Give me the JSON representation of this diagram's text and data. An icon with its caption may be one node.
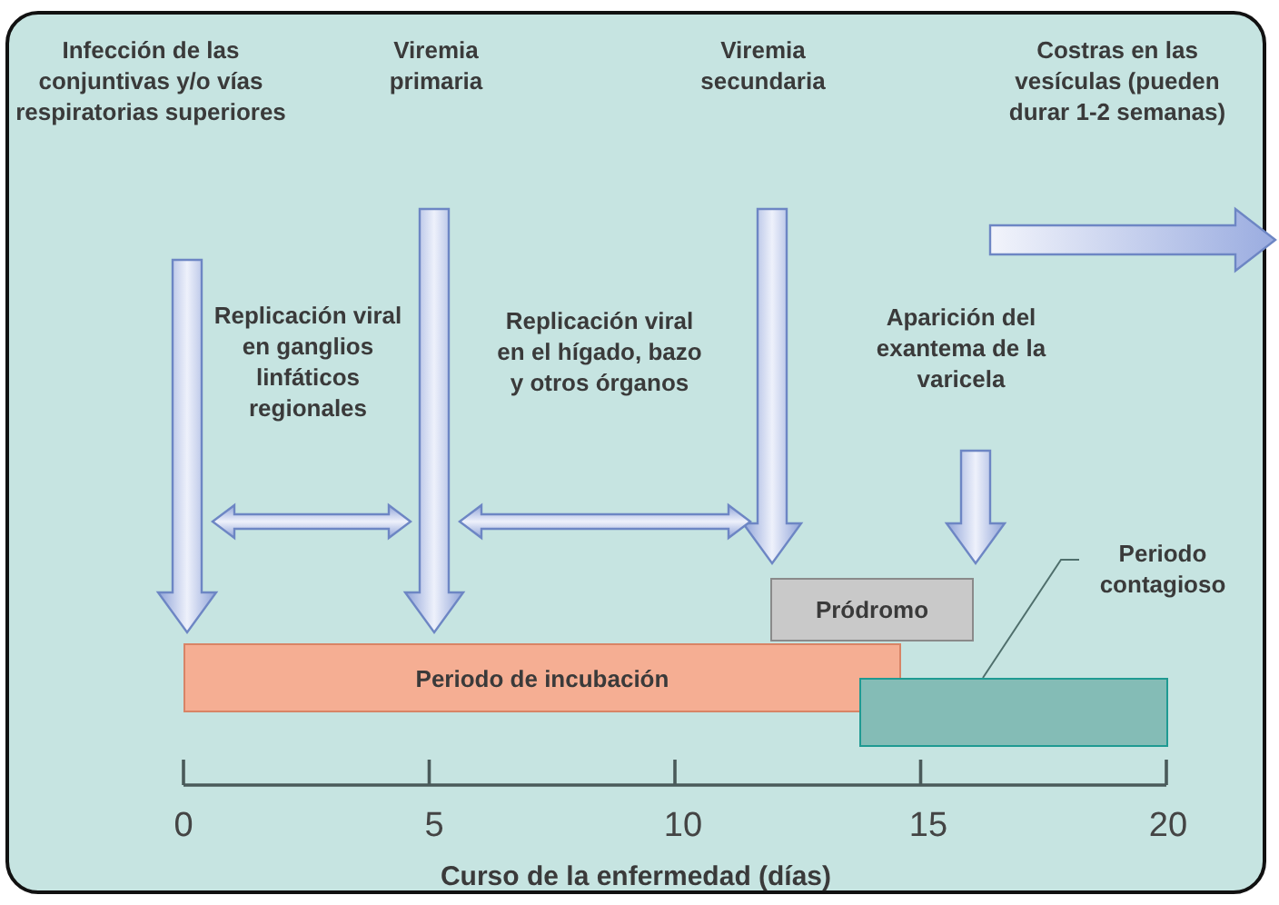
{
  "diagram": {
    "nodes": [
      {
        "text": [
          "Periodo contagioso"
        ]
      },
      {
        "text": [
          "Pródromo"
        ]
      },
      {
        "text": [
          "Periodo de incubación"
        ]
      },
      {
        "text": [],
        "shape": "box"
      }
    ],
    "edges": [
      {
        "from": 0,
        "to": 3,
        "arrow": "none"
      }
    ],
    "labels": [
      "Infección de las conjuntivas y/o vías respiratorias superiores",
      "Viremia primaria",
      "Viremia secundaria",
      "Costras en las vesículas (pueden durar 1-2 semanas)",
      "Replicación viral en ganglios linfáticos regionales",
      "Replicación viral en el hígado, bazo y otros órganos",
      "Aparición del exantema de la varicela",
      "0",
      "5",
      "10",
      "15",
      "20",
      "Curso de la enfermedad (días)"
    ]
  }
}
